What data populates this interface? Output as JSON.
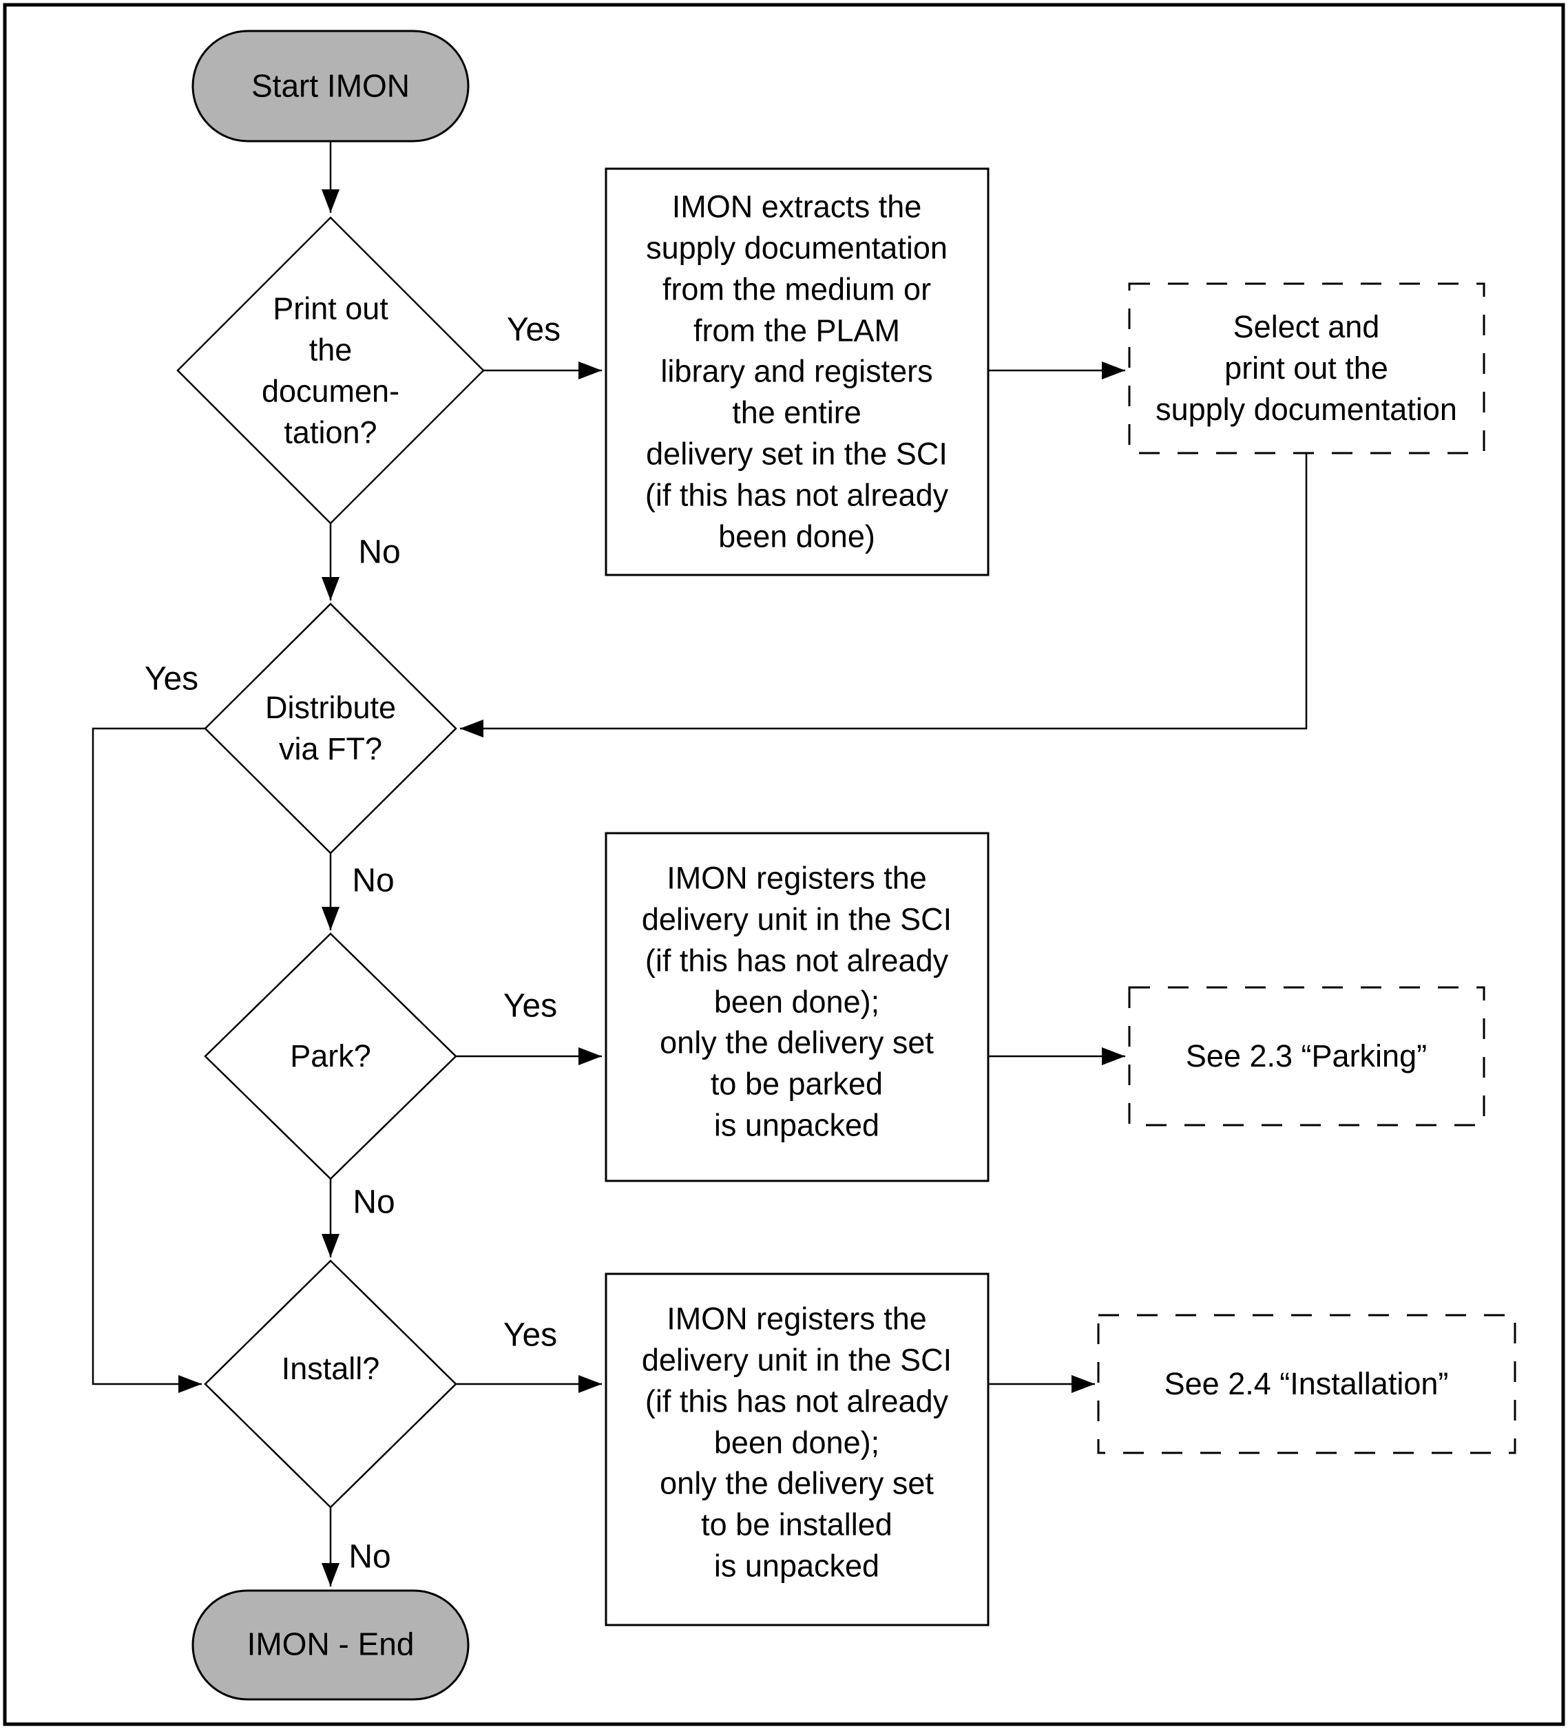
{
  "diagram": {
    "nodes": {
      "start": {
        "label": "Start IMON",
        "type": "terminator"
      },
      "print_decision": {
        "label": "Print out\nthe\ndocumen-\ntation?",
        "type": "decision"
      },
      "extract_process": {
        "label": "IMON extracts the\nsupply documentation\nfrom the medium or\nfrom the PLAM\nlibrary and registers\nthe entire\ndelivery set in the SCI\n(if this has not already\nbeen done)",
        "type": "process"
      },
      "select_print": {
        "label": "Select and\nprint out the\nsupply documentation",
        "type": "dashed-reference"
      },
      "distribute_decision": {
        "label": "Distribute\nvia FT?",
        "type": "decision"
      },
      "park_decision": {
        "label": "Park?",
        "type": "decision"
      },
      "register_park_process": {
        "label": "IMON registers the\ndelivery unit in the SCI\n(if this has not already\nbeen done);\nonly the delivery set\nto be parked\nis unpacked",
        "type": "process"
      },
      "see_parking": {
        "label": "See 2.3 “Parking”",
        "type": "dashed-reference"
      },
      "install_decision": {
        "label": "Install?",
        "type": "decision"
      },
      "register_install_process": {
        "label": "IMON registers the\ndelivery unit in the SCI\n(if this has not already\nbeen done);\nonly the delivery set\nto be installed\nis unpacked",
        "type": "process"
      },
      "see_installation": {
        "label": "See 2.4 “Installation”",
        "type": "dashed-reference"
      },
      "end": {
        "label": "IMON - End",
        "type": "terminator"
      }
    },
    "edge_labels": {
      "print_yes": "Yes",
      "print_no": "No",
      "distribute_yes": "Yes",
      "distribute_no": "No",
      "park_yes": "Yes",
      "park_no": "No",
      "install_yes": "Yes",
      "install_no": "No"
    },
    "colors": {
      "terminator_fill": "#b3b3b3",
      "line": "#000000",
      "background": "#ffffff"
    }
  }
}
